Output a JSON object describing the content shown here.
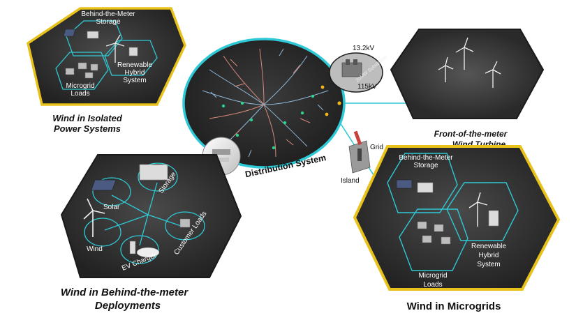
{
  "panels": {
    "isolated": {
      "caption_line1": "Wind in Isolated",
      "caption_line2": "Power Systems",
      "labels": {
        "storage_line1": "Behind-the-Meter",
        "storage_line2": "Storage",
        "hybrid_line1": "Renewable",
        "hybrid_line2": "Hybrid",
        "hybrid_line3": "System",
        "loads_line1": "Microgrid",
        "loads_line2": "Loads"
      }
    },
    "front_of_meter": {
      "caption_line1": "Front-of-the-meter",
      "caption_line2": "Wind Turbine"
    },
    "behind_meter": {
      "caption_line1": "Wind in Behind-the-meter",
      "caption_line2": "Deployments",
      "labels": {
        "solar": "Solar",
        "storage": "Storage",
        "wind": "Wind",
        "ev_charger": "EV Charger",
        "customer_loads": "Customer Loads"
      }
    },
    "microgrids": {
      "caption": "Wind in Microgrids",
      "labels": {
        "storage_line1": "Behind-the-Meter",
        "storage_line2": "Storage",
        "hybrid_line1": "Renewable",
        "hybrid_line2": "Hybrid",
        "hybrid_line3": "System",
        "loads_line1": "Microgrid",
        "loads_line2": "Loads"
      }
    }
  },
  "distribution": {
    "title": "Distribution System",
    "substation": {
      "kv_high": "13.2kV",
      "kv_low": "115kV",
      "rating": "20MW Substation"
    },
    "switch": {
      "grid": "Grid",
      "island": "Island"
    }
  },
  "colors": {
    "yellow_frame": "#e8c21a",
    "cyan_frame": "#2ec9d6",
    "panel_dark": "#2b2b2b",
    "circuit_blue": "#8fb7d8",
    "circuit_red": "#d88a7a",
    "node_green": "#2bd38a",
    "node_yellow": "#f2b61c"
  },
  "icons": [
    "wind-turbine-icon",
    "solar-panel-icon",
    "battery-storage-icon",
    "house-icon",
    "ev-charger-icon",
    "meter-icon",
    "substation-icon",
    "switch-icon"
  ]
}
